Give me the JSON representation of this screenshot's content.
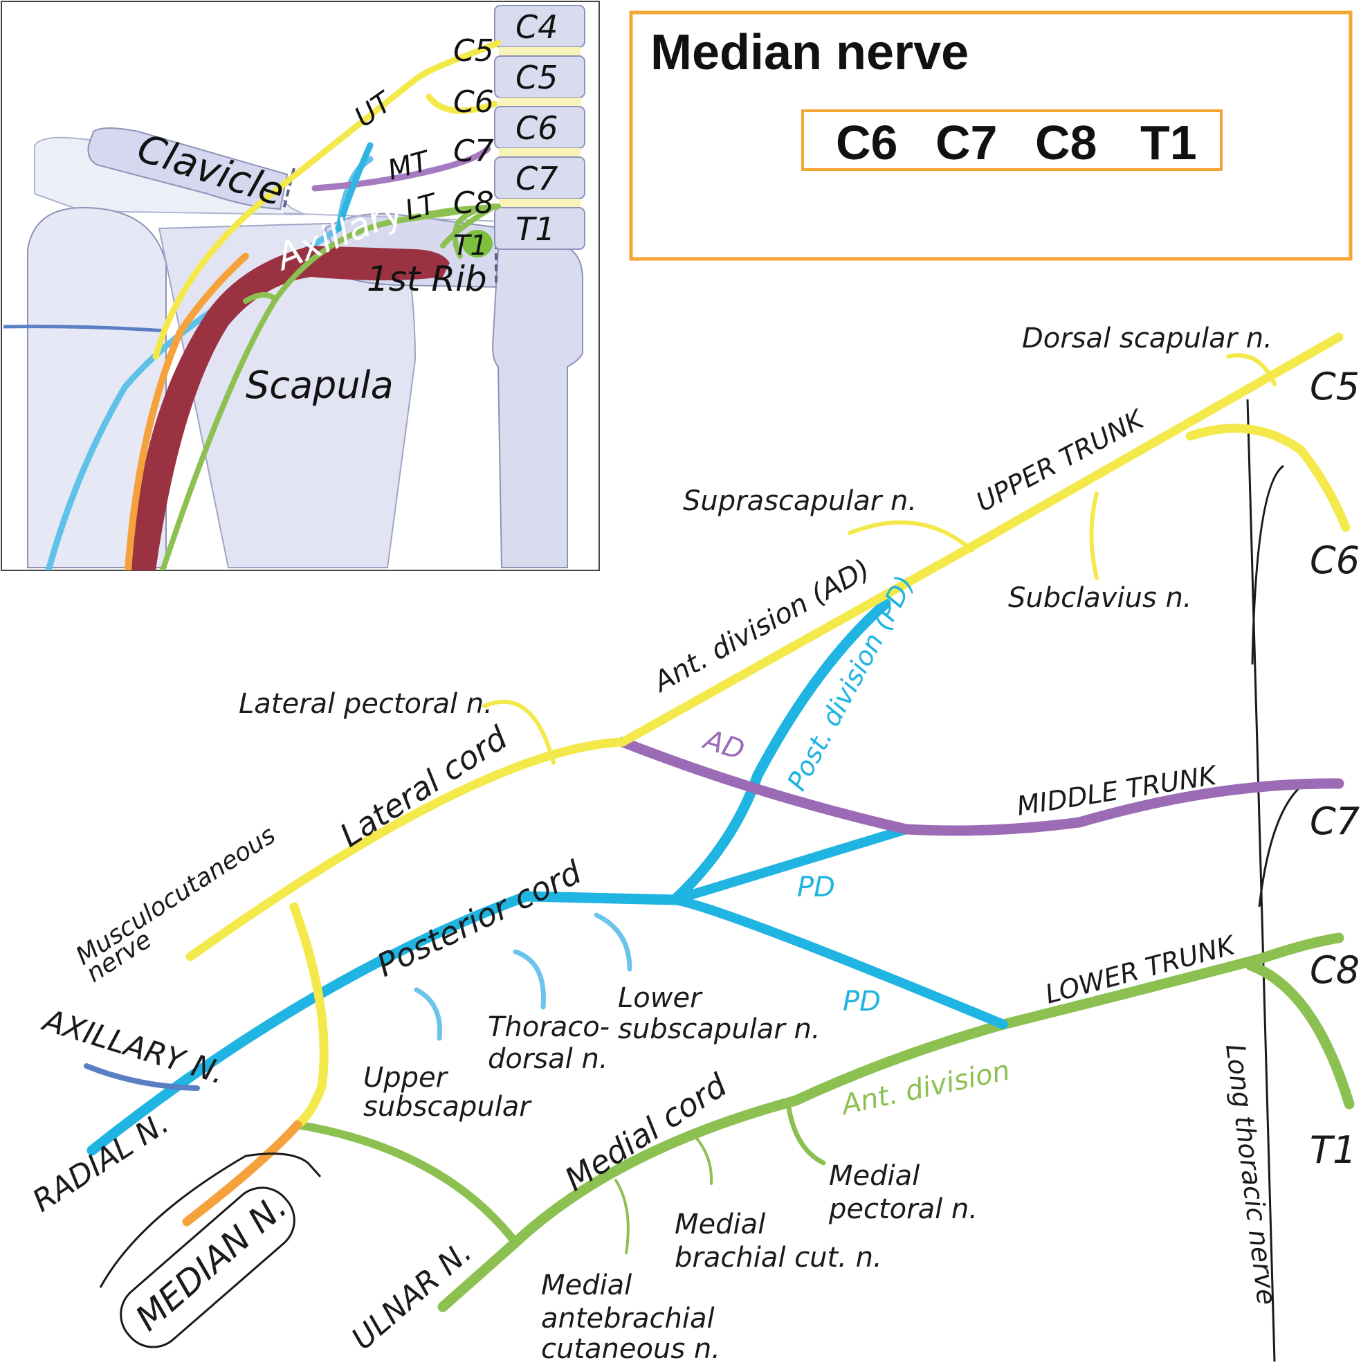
{
  "colors": {
    "upper": "#f4e94a",
    "middle": "#9b6bb5",
    "lower": "#8cc152",
    "posterior": "#1fb4e2",
    "median": "#f6a23c",
    "artery": "#9b3242",
    "axillary_n": "#5a7fc2",
    "bone": "#d9dcef",
    "bone_stroke": "#8e93b8",
    "box": "#f5a533",
    "ink": "#1a1a1a"
  },
  "info_box": {
    "title": "Median nerve",
    "roots": [
      "C6",
      "C7",
      "C8",
      "T1"
    ]
  },
  "inset": {
    "vertebrae": [
      "C4",
      "C5",
      "C6",
      "C7",
      "T1"
    ],
    "roots": [
      "C5",
      "C6",
      "C7",
      "C8",
      "T1"
    ],
    "trunks": [
      "UT",
      "MT",
      "LT"
    ],
    "bones": {
      "clavicle": "Clavicle",
      "rib": "1st Rib",
      "scapula": "Scapula"
    },
    "artery": "Axillary a."
  },
  "diagram": {
    "roots": [
      "C5",
      "C6",
      "C7",
      "C8",
      "T1"
    ],
    "trunks": {
      "upper": "UPPER TRUNK",
      "middle": "MIDDLE TRUNK",
      "lower": "LOWER TRUNK"
    },
    "divisions": {
      "ant_upper": "Ant. division (AD)",
      "post_upper": "Post. division (PD)",
      "ad_middle": "AD",
      "pd_middle": "PD",
      "pd_lower": "PD",
      "ant_lower": "Ant. division"
    },
    "cords": {
      "lateral": "Lateral cord",
      "posterior": "Posterior cord",
      "medial": "Medial cord"
    },
    "branches": {
      "dorsal_scapular": "Dorsal scapular n.",
      "suprascapular": "Suprascapular n.",
      "subclavius": "Subclavius n.",
      "lateral_pectoral": "Lateral pectoral n.",
      "musculocutaneous_1": "Musculocutaneous",
      "musculocutaneous_2": "nerve",
      "upper_subscap_1": "Upper",
      "upper_subscap_2": "subscapular",
      "thoracodorsal_1": "Thoraco-",
      "thoracodorsal_2": "dorsal n.",
      "lower_subscap_1": "Lower",
      "lower_subscap_2": "subscapular n.",
      "medial_pectoral_1": "Medial",
      "medial_pectoral_2": "pectoral n.",
      "medial_brachial_1": "Medial",
      "medial_brachial_2": "brachial cut. n.",
      "medial_antebrachial_1": "Medial",
      "medial_antebrachial_2": "antebrachial",
      "medial_antebrachial_3": "cutaneous n.",
      "long_thoracic": "Long thoracic nerve"
    },
    "terminals": {
      "axillary": "AXILLARY N.",
      "radial": "RADIAL N.",
      "median": "MEDIAN N.",
      "ulnar": "ULNAR N."
    }
  }
}
